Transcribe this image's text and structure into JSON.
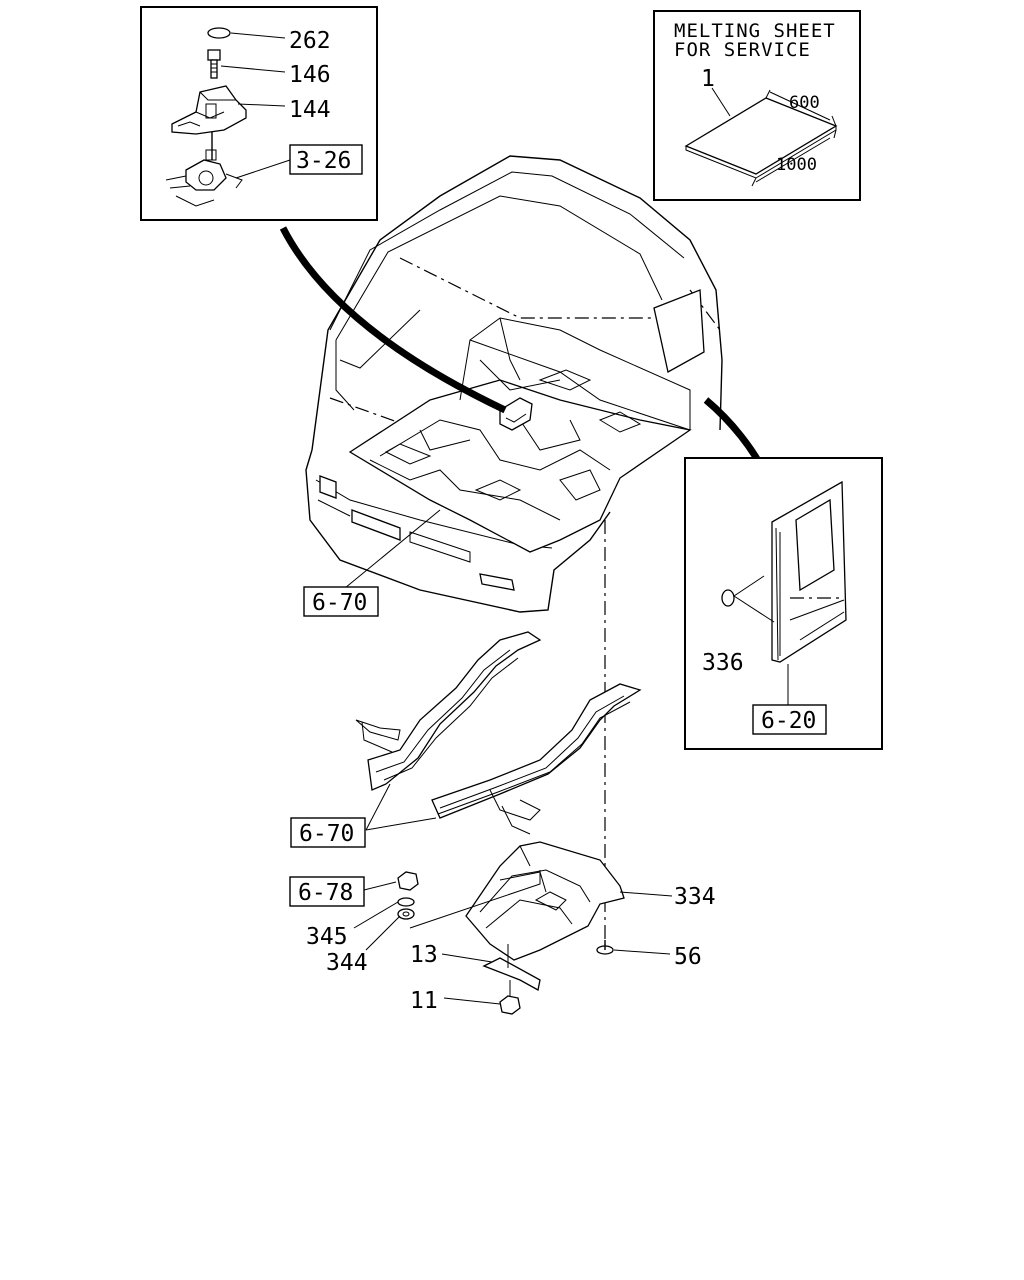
{
  "callouts": {
    "c262": "262",
    "c146": "146",
    "c144": "144",
    "ref_3_26": "3-26",
    "ref_6_70_top": "6-70",
    "ref_6_70_frame": "6-70",
    "ref_6_78": "6-78",
    "c345": "345",
    "c344": "344",
    "c13": "13",
    "c11": "11",
    "c334": "334",
    "c56": "56",
    "c336": "336",
    "ref_6_20": "6-20",
    "c1": "1"
  },
  "melting_sheet": {
    "line1": "MELTING SHEET",
    "line2": "FOR SERVICE",
    "dim_width": "600",
    "dim_length": "1000"
  }
}
